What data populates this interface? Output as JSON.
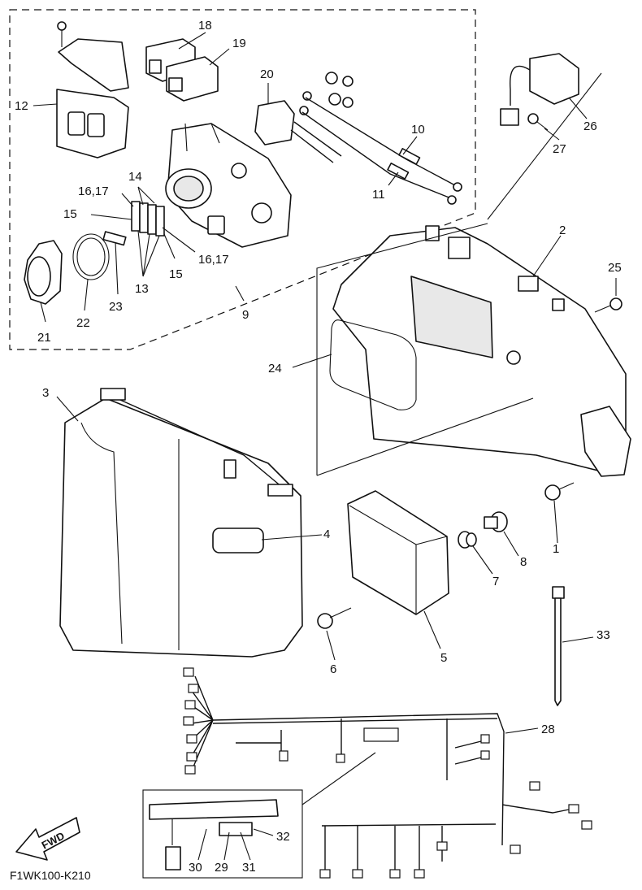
{
  "diagram_code": "F1WK100-K210",
  "fwd_label": "FWD",
  "callouts": [
    {
      "id": "c1",
      "text": "1"
    },
    {
      "id": "c2",
      "text": "2"
    },
    {
      "id": "c3",
      "text": "3"
    },
    {
      "id": "c4",
      "text": "4"
    },
    {
      "id": "c5",
      "text": "5"
    },
    {
      "id": "c6",
      "text": "6"
    },
    {
      "id": "c7",
      "text": "7"
    },
    {
      "id": "c8",
      "text": "8"
    },
    {
      "id": "c9",
      "text": "9"
    },
    {
      "id": "c10",
      "text": "10"
    },
    {
      "id": "c11",
      "text": "11"
    },
    {
      "id": "c12",
      "text": "12"
    },
    {
      "id": "c13",
      "text": "13"
    },
    {
      "id": "c14",
      "text": "14"
    },
    {
      "id": "c15a",
      "text": "15"
    },
    {
      "id": "c15b",
      "text": "15"
    },
    {
      "id": "c1617a",
      "text": "16,17"
    },
    {
      "id": "c1617b",
      "text": "16,17"
    },
    {
      "id": "c18",
      "text": "18"
    },
    {
      "id": "c19",
      "text": "19"
    },
    {
      "id": "c20",
      "text": "20"
    },
    {
      "id": "c21",
      "text": "21"
    },
    {
      "id": "c22",
      "text": "22"
    },
    {
      "id": "c23",
      "text": "23"
    },
    {
      "id": "c24",
      "text": "24"
    },
    {
      "id": "c25",
      "text": "25"
    },
    {
      "id": "c26",
      "text": "26"
    },
    {
      "id": "c27",
      "text": "27"
    },
    {
      "id": "c28",
      "text": "28"
    },
    {
      "id": "c29",
      "text": "29"
    },
    {
      "id": "c30",
      "text": "30"
    },
    {
      "id": "c31",
      "text": "31"
    },
    {
      "id": "c32",
      "text": "32"
    },
    {
      "id": "c33",
      "text": "33"
    }
  ]
}
